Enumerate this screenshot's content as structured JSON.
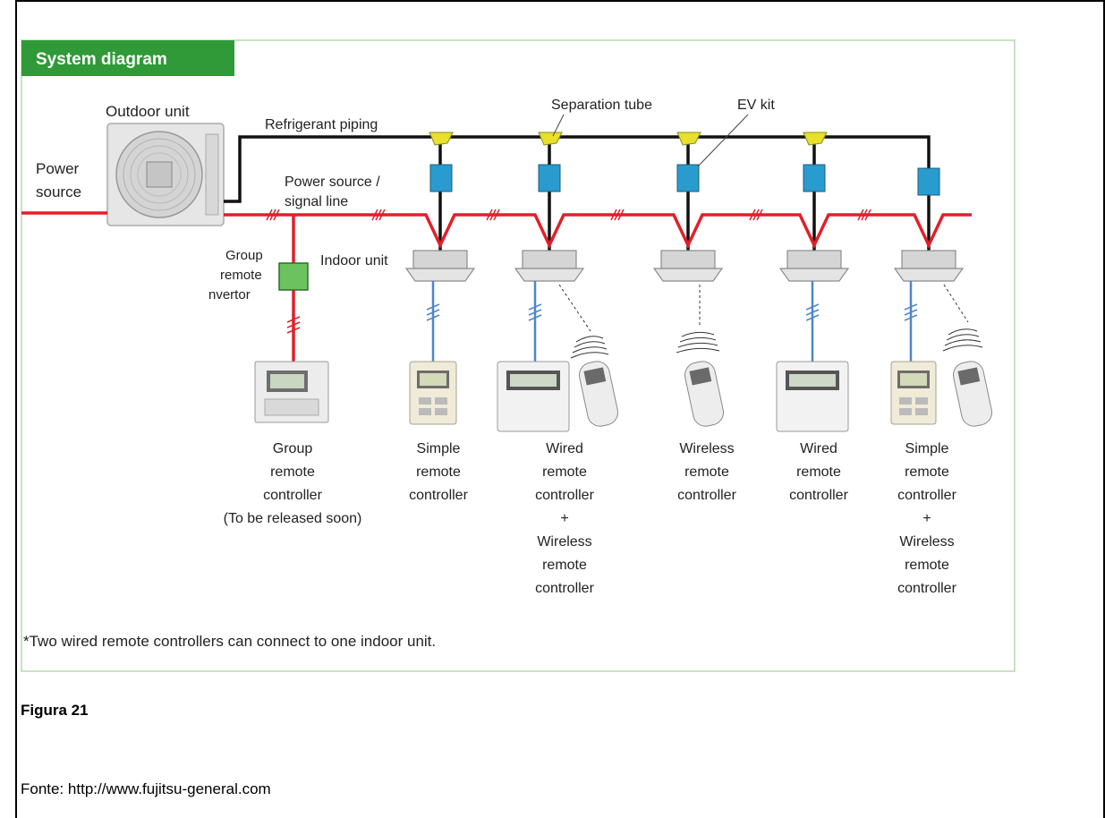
{
  "panel": {
    "title": "System diagram",
    "footnote": "*Two wired remote controllers can connect to one indoor unit."
  },
  "labels": {
    "outdoor_unit": "Outdoor unit",
    "power_source": [
      "Power",
      "source"
    ],
    "refrigerant_piping": "Refrigerant piping",
    "separation_tube": "Separation tube",
    "ev_kit": "EV kit",
    "power_signal_line": [
      "Power source /",
      "signal line"
    ],
    "indoor_unit": "Indoor unit",
    "group_convertor": [
      "Group",
      "remote",
      "nvertor"
    ]
  },
  "controllers": [
    {
      "lines": [
        "Group",
        "remote",
        "controller",
        "(To be released soon)"
      ]
    },
    {
      "lines": [
        "Simple",
        "remote",
        "controller"
      ]
    },
    {
      "lines": [
        "Wired",
        "remote",
        "controller",
        "+",
        "Wireless",
        "remote",
        "controller"
      ]
    },
    {
      "lines": [
        "Wireless",
        "remote",
        "controller"
      ]
    },
    {
      "lines": [
        "Wired",
        "remote",
        "controller"
      ]
    },
    {
      "lines": [
        "Simple",
        "remote",
        "controller",
        "+",
        "Wireless",
        "remote",
        "controller"
      ]
    }
  ],
  "figure": {
    "caption": "Figura 21",
    "source": "Fonte: http://www.fujitsu-general.com"
  },
  "colors": {
    "panel_border": "#c8e2c3",
    "title_bar": "#2f9a37",
    "refrigerant_line": "#111111",
    "power_line": "#e0202a",
    "signal_wire": "#4f86c9",
    "ev_kit": "#2a9bcf",
    "convertor": "#6cc25e"
  }
}
